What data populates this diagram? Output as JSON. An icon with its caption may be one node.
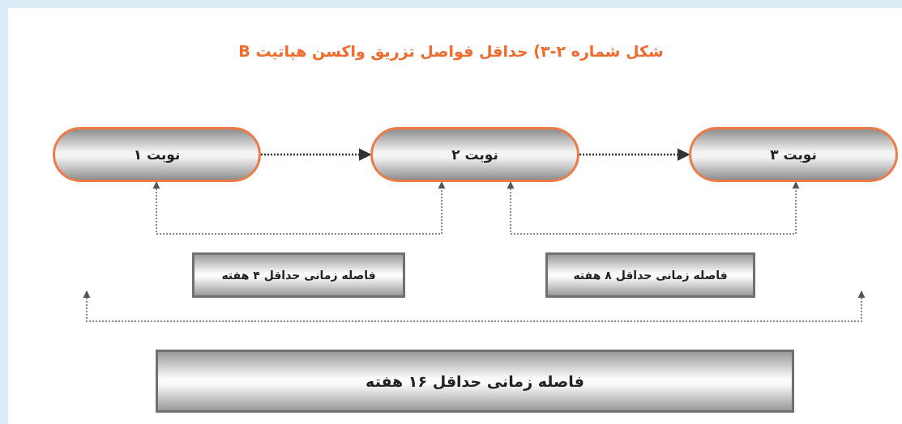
{
  "diagram": {
    "title": "شکل شماره ۲-۳) حداقل فواصل تزریق واکسن هپاتیت B",
    "nodes": [
      {
        "text": [
          "نوبت ۱"
        ]
      },
      {
        "text": [
          "نوبت ۲"
        ]
      },
      {
        "text": [
          "نوبت ۳"
        ]
      },
      {
        "text": [
          "فاصله زمانی حداقل ۴ هفته"
        ]
      },
      {
        "text": [
          "فاصله زمانی حداقل ۸ هفته"
        ]
      },
      {
        "text": [
          "فاصله زمانی حداقل ۱۶ هفته"
        ]
      }
    ],
    "edges": [
      {
        "from": 0,
        "to": 1,
        "arrow": "to",
        "style": "dashed"
      },
      {
        "from": 1,
        "to": 2,
        "arrow": "to",
        "style": "dashed"
      },
      {
        "from": 0,
        "to": 1,
        "arrow": "both",
        "style": "dashed",
        "color": "#8a8a8a"
      },
      {
        "from": 1,
        "to": 2,
        "arrow": "both",
        "style": "dashed",
        "color": "#8a8a8a"
      }
    ]
  }
}
